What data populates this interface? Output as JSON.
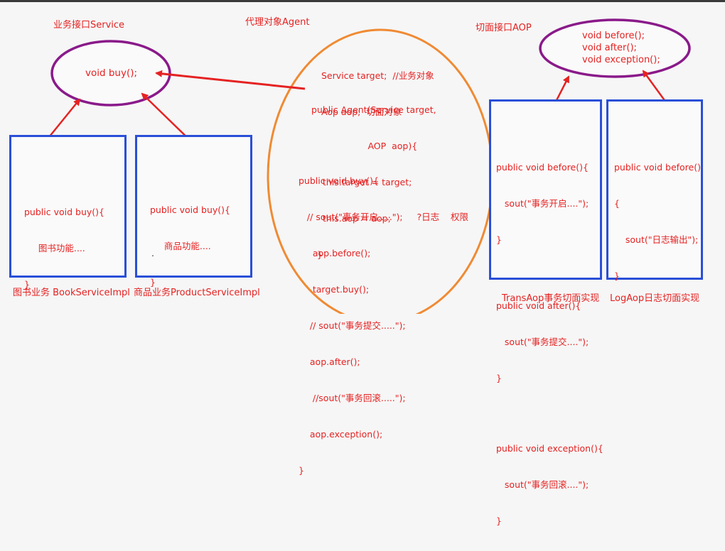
{
  "titles": {
    "service_interface": "业务接口Service",
    "agent": "代理对象Agent",
    "aop_interface": "切面接口AOP",
    "book_impl": "图书业务 BookServiceImpl",
    "product_impl": "商品业务ProductServiceImpl",
    "trans_aop": "TransAop事务切面实现",
    "log_aop": "LogAop日志切面实现"
  },
  "service_ellipse": {
    "text": "void buy();"
  },
  "aop_ellipse": {
    "lines": [
      "void before();",
      "void after();",
      "void exception();"
    ]
  },
  "agent_code": {
    "fields": [
      "Service target;  //业务对象",
      "Aop aop;  切面对象"
    ],
    "constructor": [
      "public Agent(Service target,",
      "                    AOP  aop){",
      "    this.target = target;",
      "    this.aop = aop;",
      "  }"
    ],
    "buy_method": [
      "public void buy(){",
      "   // sout(\"事务开启.....\");     ?日志    权限",
      "     aop.before();",
      "     target.buy();",
      "    // sout(\"事务提交.....\");",
      "    aop.after();",
      "     //sout(\"事务回滚.....\");",
      "    aop.exception();",
      "}"
    ]
  },
  "book_code": [
    "public void buy(){",
    "     图书功能....",
    "}"
  ],
  "product_code": [
    "public void buy(){",
    "     商品功能....",
    "}"
  ],
  "product_dot": ".",
  "trans_code": [
    "public void before(){",
    "   sout(\"事务开启....\");",
    "}",
    "",
    "public void after(){",
    "   sout(\"事务提交....\");",
    "}",
    "",
    "public void exception(){",
    "   sout(\"事务回滚....\");",
    "}"
  ],
  "log_code": [
    "public void before()",
    "{",
    "    sout(\"日志输出\");",
    "}"
  ],
  "colors": {
    "ellipse_purple": "#8a1a8a",
    "agent_orange": "#f08a33",
    "box_blue": "#2a4fd8",
    "text_red": "#e52222",
    "arrow_red": "#e52222"
  }
}
